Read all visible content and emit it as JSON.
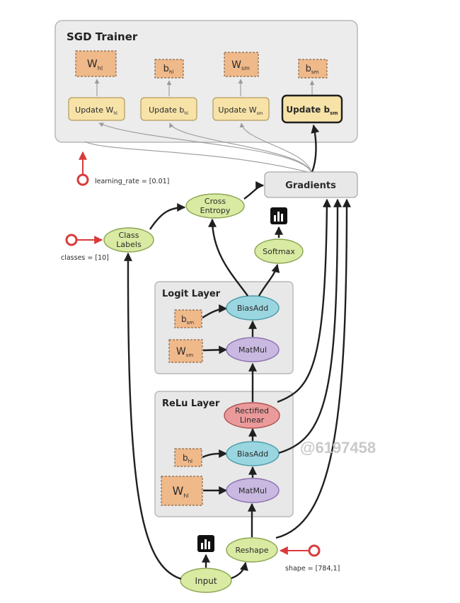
{
  "diagram": {
    "trainer": {
      "title": "SGD Trainer",
      "params": [
        {
          "base": "W",
          "sub": "hl"
        },
        {
          "base": "b",
          "sub": "hl"
        },
        {
          "base": "W",
          "sub": "sm"
        },
        {
          "base": "b",
          "sub": "sm"
        }
      ],
      "updates": [
        {
          "base": "Update W",
          "sub": "hl"
        },
        {
          "base": "Update b",
          "sub": "hl"
        },
        {
          "base": "Update W",
          "sub": "sm"
        },
        {
          "base": "Update b",
          "sub": "sm"
        }
      ]
    },
    "gradients": "Gradients",
    "learning_rate": "learning_rate = [0.01]",
    "cross_entropy": [
      "Cross",
      "Entropy"
    ],
    "class_labels": [
      "Class",
      "Labels"
    ],
    "classes": "classes = [10]",
    "softmax": "Softmax",
    "logit_layer": {
      "title": "Logit Layer",
      "bias_param": {
        "base": "b",
        "sub": "sm"
      },
      "weight_param": {
        "base": "W",
        "sub": "sm"
      },
      "bias_add": "BiasAdd",
      "matmul": "MatMul"
    },
    "relu_layer": {
      "title": "ReLu Layer",
      "rectified": [
        "Rectified",
        "Linear"
      ],
      "bias_param": {
        "base": "b",
        "sub": "hl"
      },
      "weight_param": {
        "base": "W",
        "sub": "hl"
      },
      "bias_add": "BiasAdd",
      "matmul": "MatMul"
    },
    "reshape": "Reshape",
    "shape": "shape = [784,1]",
    "input": "Input",
    "watermark": "@6197458"
  },
  "colors": {
    "group_fill": "#e8e8e8",
    "trainer_fill": "#ececec",
    "param_fill": "#f0b98a",
    "update_fill": "#f7e3a8",
    "green_node": "#d9eaa2",
    "cyan_node": "#9ad6e0",
    "purple_node": "#c9b8e0",
    "red_node": "#ea9a9a",
    "constant_red": "#d93a3a"
  },
  "icons": [
    "summary-chart-icon",
    "summary-chart-icon"
  ]
}
